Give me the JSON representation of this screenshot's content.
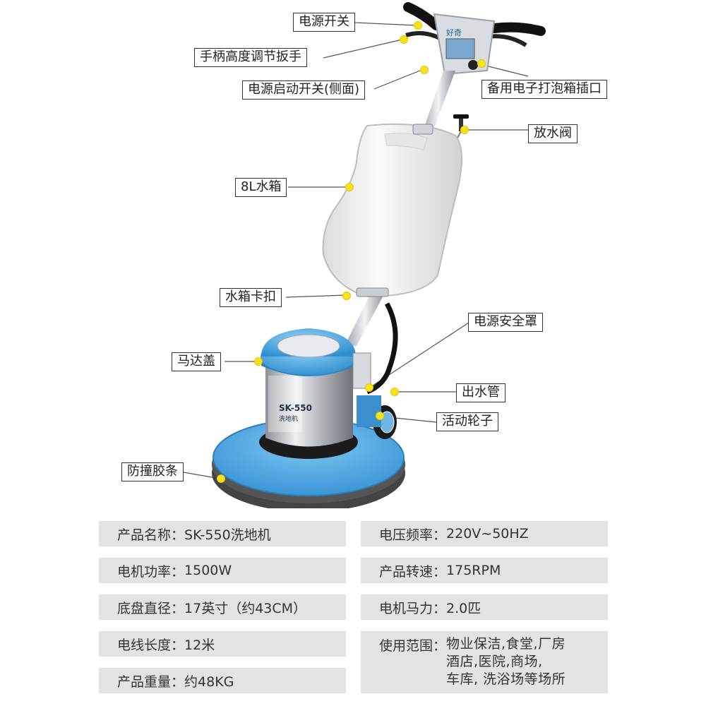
{
  "machine": {
    "handle_brand": "好奇",
    "model_plate": "SK-550",
    "plate_subtitle": "洗地机"
  },
  "callouts": [
    {
      "id": "power-switch",
      "text": "电源开关"
    },
    {
      "id": "handle-height-wrench",
      "text": "手柄高度调节扳手"
    },
    {
      "id": "power-start-switch",
      "text": "电源启动开关(侧面)"
    },
    {
      "id": "spare-socket",
      "text": "备用电子打泡箱插口"
    },
    {
      "id": "drain-valve",
      "text": "放水阀"
    },
    {
      "id": "water-tank",
      "text": "8L水箱"
    },
    {
      "id": "tank-clip",
      "text": "水箱卡扣"
    },
    {
      "id": "power-guard",
      "text": "电源安全罩"
    },
    {
      "id": "motor-cover",
      "text": "马达盖"
    },
    {
      "id": "water-outlet",
      "text": "出水管"
    },
    {
      "id": "wheels",
      "text": "活动轮子"
    },
    {
      "id": "bumper-strip",
      "text": "防撞胶条"
    }
  ],
  "specs": [
    {
      "label": "产品名称：",
      "value": "SK-550洗地机"
    },
    {
      "label": "电压频率：",
      "value": "220V~50HZ"
    },
    {
      "label": "电机功率：",
      "value": "1500W"
    },
    {
      "label": "产品转速：",
      "value": "175RPM"
    },
    {
      "label": "底盘直径：",
      "value": "17英寸（约43CM）"
    },
    {
      "label": "电机马力：",
      "value": "2.0匹"
    },
    {
      "label": "电线长度：",
      "value": "12米"
    },
    {
      "label": "使用范围：",
      "value": "物业保洁,食堂,厂房\n酒店,医院,商场,\n车库, 洗浴场等场所"
    },
    {
      "label": "产品重量：",
      "value": "约48KG"
    }
  ],
  "colors": {
    "base_blue": "#4aa3dc",
    "tank_white": "#f4f4f4",
    "marker_yellow": "#f5e21b",
    "spec_background": "#e3e3e3"
  }
}
